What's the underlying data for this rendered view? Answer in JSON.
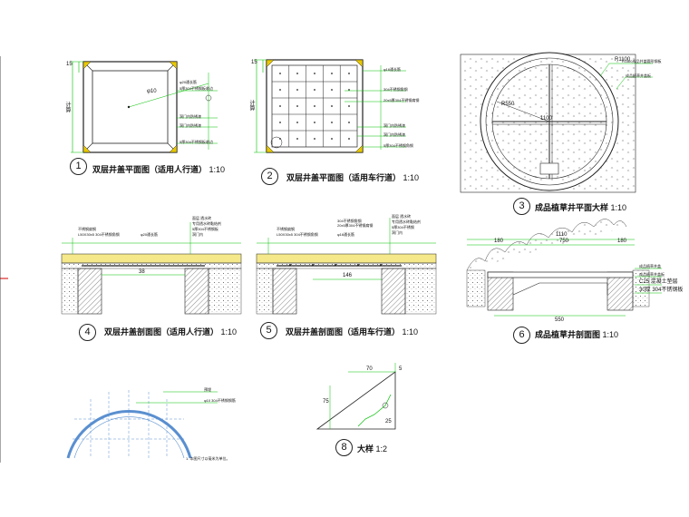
{
  "colors": {
    "line": "#1a1a1a",
    "green": "#00c000",
    "yellow": "#e8c800",
    "blue": "#5a8fd0",
    "red": "#d00000"
  },
  "views": [
    {
      "num": "1",
      "title": "双层井盖平面图（适用人行道）",
      "scale": "1:10"
    },
    {
      "num": "2",
      "title": "双层井盖平面图（适用车行道）",
      "scale": "1:10"
    },
    {
      "num": "3",
      "title": "成品植草井平面大样",
      "scale": "1:10"
    },
    {
      "num": "4",
      "title": "双层井盖剖面图（适用人行道）",
      "scale": "1:10"
    },
    {
      "num": "5",
      "title": "双层井盖剖面图（适用车行道）",
      "scale": "1:10"
    },
    {
      "num": "6",
      "title": "成品植草井剖面图",
      "scale": "1:10"
    },
    {
      "num": "8",
      "title": "大样",
      "scale": "1:2"
    }
  ],
  "dims": {
    "d1_top": "15",
    "d1_side": "计算",
    "d1_diam": "φ10",
    "d2_top": "15",
    "d2_side": "计算",
    "d3_r": "R550",
    "d3_dia": "R1100",
    "d3_w": "1100",
    "d4_center": "38",
    "d5_center": "146",
    "d6_a": "180",
    "d6_b": "750",
    "d6_c": "180",
    "d6_total": "1110",
    "d6_bottom": "550",
    "d8_top": "70",
    "d8_side": "75",
    "d8_right": "5",
    "d8_small": "25"
  },
  "notes": {
    "v1": [
      "φ20通长筋",
      "5厚304不锈钢板收边",
      "",
      "洞门内防锈漆",
      "洞门内防锈漆",
      "",
      "5厚304不锈钢板收边"
    ],
    "v2": [
      "φ16通长筋",
      "304不锈钢角钢",
      "20x5厚304不锈钢扁钢",
      "",
      "洞门内防锈漆",
      "洞门内防锈漆",
      "",
      "5厚304不锈钢角钢"
    ],
    "v3": [
      "R1100成品井盖圆形钢板",
      "成品植草井盖板"
    ],
    "v4_left": [
      "不锈钢扁钢",
      "L50X30x5 304不锈钢角钢",
      "φ20通长筋"
    ],
    "v4_right": [
      "面层 透水砖",
      "专用透水砖黏结剂",
      "5厚304不锈钢板",
      "洞门内"
    ],
    "v5_left": [
      "不锈钢扁钢",
      "L50X30x5 304不锈钢角钢",
      "φ16通长筋"
    ],
    "v5_right": [
      "面层 透水砖",
      "304不锈钢角钢",
      "20x5厚304不锈钢扁钢",
      "专用透水砖黏结剂",
      "5厚304不锈钢",
      "洞门内"
    ],
    "v6": [
      "成品植草井盖",
      "成品植草井盖板",
      "C25 混凝土垫层",
      "30厚 304不锈钢板"
    ],
    "v7": [
      "预埋",
      "φ10 304不锈钢钢筋"
    ],
    "v7_foot": "1. 本图尺寸以毫米为单位。"
  }
}
